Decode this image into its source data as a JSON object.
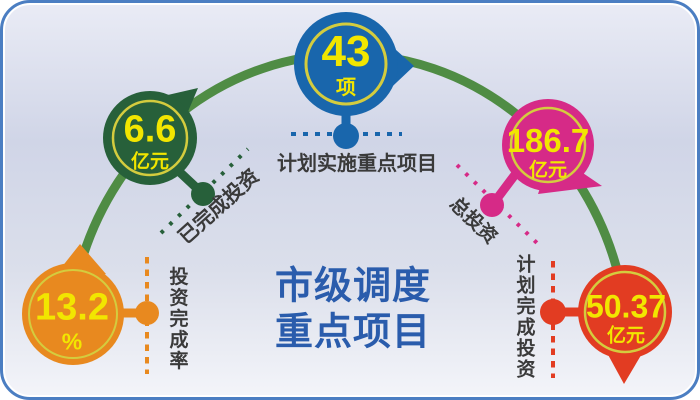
{
  "title": {
    "line1": "市级调度",
    "line2": "重点项目"
  },
  "balloons": {
    "projects": {
      "value": "43",
      "unit": "项",
      "label": "计划实施重点项目"
    },
    "completed": {
      "value": "6.6",
      "unit": "亿元",
      "label": "已完成投资"
    },
    "total": {
      "value": "186.7",
      "unit": "亿元",
      "label": "总投资"
    },
    "rate": {
      "value": "13.2",
      "unit": "%",
      "label": "投资完成率"
    },
    "planned": {
      "value": "50.37",
      "unit": "亿元",
      "label": "计划完成投资"
    }
  },
  "colors": {
    "arc_green": "#4f8c44",
    "balloon_blue": "#1966ac",
    "balloon_green": "#27603a",
    "balloon_pink": "#d62a87",
    "balloon_orange": "#e8891f",
    "balloon_red": "#e23c22",
    "value_yellow": "#f2e600",
    "ring_yellow": "#d4cc3e",
    "label_gray": "#3a3a3a",
    "title_blue": "#2a5cac",
    "card_border_blue": "#4b7ec2"
  },
  "chart_data": {
    "type": "table",
    "title": "市级调度重点项目",
    "items": [
      {
        "label": "计划实施重点项目",
        "value": 43,
        "unit": "项"
      },
      {
        "label": "已完成投资",
        "value": 6.6,
        "unit": "亿元"
      },
      {
        "label": "总投资",
        "value": 186.7,
        "unit": "亿元"
      },
      {
        "label": "投资完成率",
        "value": 13.2,
        "unit": "%"
      },
      {
        "label": "计划完成投资",
        "value": 50.37,
        "unit": "亿元"
      }
    ]
  }
}
